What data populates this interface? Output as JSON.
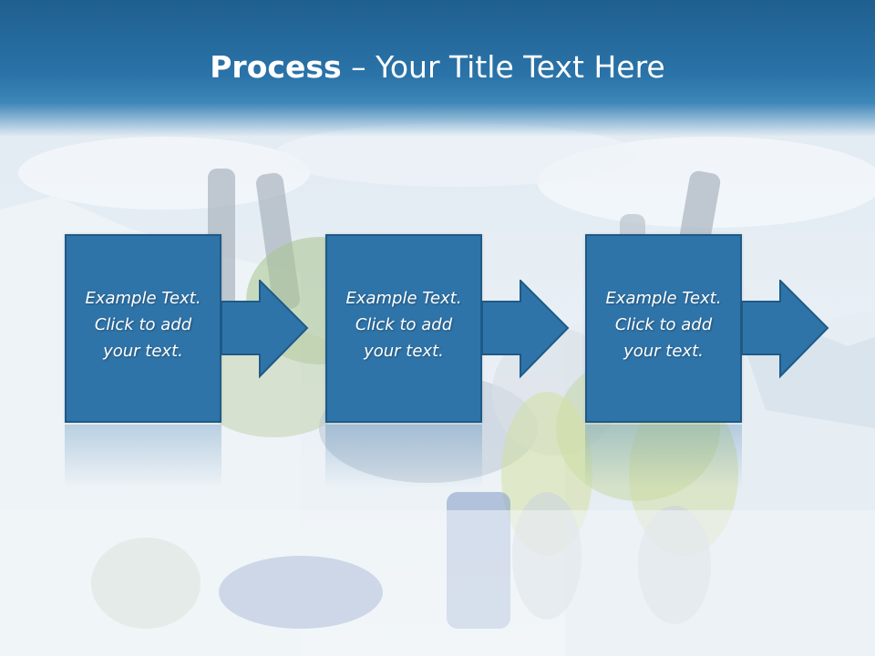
{
  "slide": {
    "title_bold": "Process",
    "title_rest": " – Your Title Text Here"
  },
  "steps": [
    {
      "text": "Example Text.\nClick  to add\nyour text."
    },
    {
      "text": "Example Text.\nClick  to add\nyour text."
    },
    {
      "text": "Example Text.\nClick  to add\nyour text."
    }
  ],
  "colors": {
    "title_bar": "#2a73a8",
    "box_fill": "#2f74a9",
    "box_border": "#1e5a87",
    "text": "#ffffff"
  }
}
